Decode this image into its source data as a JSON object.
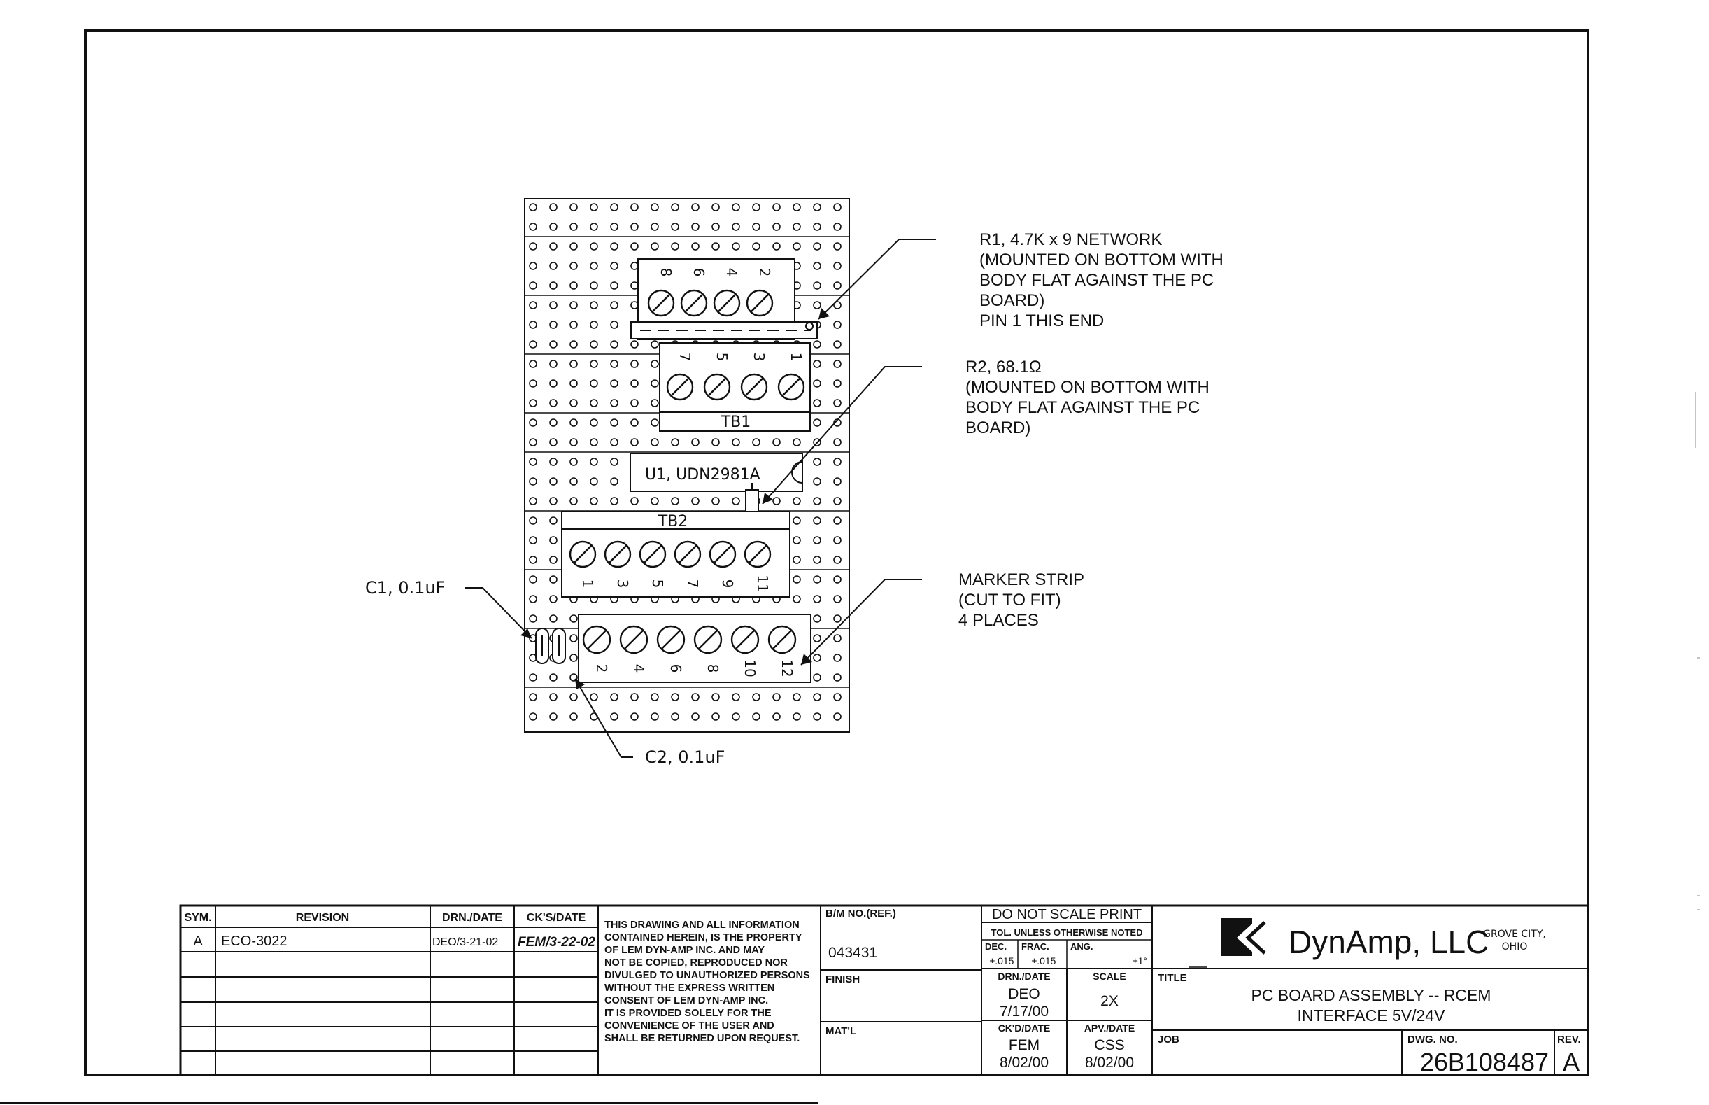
{
  "callouts": {
    "r1": [
      "R1, 4.7K x 9 NETWORK",
      "(MOUNTED ON BOTTOM WITH",
      "BODY FLAT AGAINST THE PC",
      "BOARD)",
      "PIN 1 THIS END"
    ],
    "r2": [
      "R2, 68.1Ω",
      "(MOUNTED ON BOTTOM WITH",
      "BODY FLAT AGAINST THE PC",
      "BOARD)"
    ],
    "marker": [
      "MARKER STRIP",
      "(CUT TO FIT)",
      "4 PLACES"
    ],
    "c1": "C1, 0.1uF",
    "c2": "C2, 0.1uF"
  },
  "board": {
    "u1": "U1, UDN2981A",
    "tb1": "TB1",
    "tb2": "TB2",
    "upper_block_pins": [
      "8",
      "6",
      "4",
      "2"
    ],
    "tb1_pins": [
      "7",
      "5",
      "3",
      "1"
    ],
    "tb2_pins": [
      "1",
      "3",
      "5",
      "7",
      "9",
      "11"
    ],
    "lower_block_pins": [
      "2",
      "4",
      "6",
      "8",
      "10",
      "12"
    ]
  },
  "title_block": {
    "rev_headers": {
      "sym": "SYM.",
      "revision": "REVISION",
      "drn": "DRN./DATE",
      "cks": "CK'S/DATE"
    },
    "rev_row": {
      "sym": "A",
      "revision": "ECO-3022",
      "drn": "DEO/3-21-02",
      "cks": "FEM/3-22-02"
    },
    "notice": [
      "THIS DRAWING AND ALL INFORMATION",
      "CONTAINED HEREIN, IS THE PROPERTY",
      "OF LEM DYN-AMP INC. AND MAY",
      "NOT BE COPIED, REPRODUCED NOR",
      "DIVULGED TO UNAUTHORIZED PERSONS",
      "WITHOUT THE EXPRESS WRITTEN",
      "CONSENT OF LEM DYN-AMP INC.",
      "IT IS PROVIDED SOLELY FOR THE",
      "CONVENIENCE OF THE USER AND",
      "SHALL BE RETURNED UPON REQUEST."
    ],
    "bm_label": "B/M NO.(REF.)",
    "bm_value": "043431",
    "finish_label": "FINISH",
    "matl_label": "MAT'L",
    "do_not_scale": "DO NOT SCALE PRINT",
    "tol_label": "TOL. UNLESS OTHERWISE NOTED",
    "dec_label": "DEC.",
    "dec_value": "±.015",
    "frac_label": "FRAC.",
    "frac_value": "±.015",
    "ang_label": "ANG.",
    "ang_value": "±1°",
    "drn_label": "DRN./DATE",
    "drn_name": "DEO",
    "drn_date": "7/17/00",
    "scale_label": "SCALE",
    "scale_value": "2X",
    "ckd_label": "CK'D/DATE",
    "ckd_name": "FEM",
    "ckd_date": "8/02/00",
    "apv_label": "APV./DATE",
    "apv_name": "CSS",
    "apv_date": "8/02/00",
    "company": "DynAmp, LLC",
    "location": [
      "GROVE CITY,",
      "OHIO"
    ],
    "title_label": "TITLE",
    "title_lines": [
      "PC BOARD ASSEMBLY -- RCEM",
      "INTERFACE 5V/24V"
    ],
    "job_label": "JOB",
    "dwg_label": "DWG. NO.",
    "dwg_value": "26B108487",
    "rev_label": "REV.",
    "rev_value": "A"
  },
  "colors": {
    "ink": "#111111",
    "paper": "#ffffff"
  }
}
